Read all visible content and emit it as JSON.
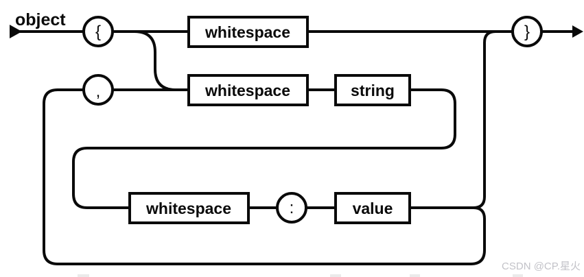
{
  "diagram": {
    "rule_label": "object",
    "terminals": {
      "open_brace": "{",
      "comma": ",",
      "colon": ":",
      "close_brace": "}"
    },
    "boxes": {
      "row1_whitespace": "whitespace",
      "row2_whitespace": "whitespace",
      "row2_string": "string",
      "row4_whitespace": "whitespace",
      "row4_value": "value"
    }
  },
  "watermark": {
    "text": "CSDN @CP.星火"
  },
  "colors": {
    "line": "#0a0a0a",
    "watermark": "#c2c2c8"
  }
}
